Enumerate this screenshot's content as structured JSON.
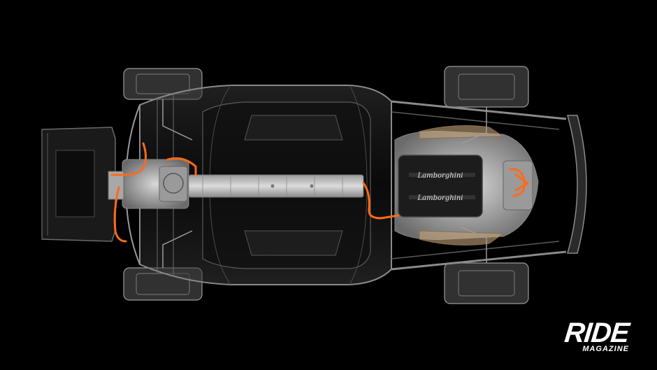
{
  "watermark": {
    "word": "RIDE",
    "sub": "MAGAZINE"
  },
  "engine": {
    "cover_text_top": "Lamborghini",
    "cover_text_bottom": "Lamborghini"
  },
  "colors": {
    "background": "#000000",
    "frame": "#8a8a8a",
    "cable": "#ff6a1a",
    "engine_dark": "#1c1c1c",
    "metal": "#b8b8b8"
  }
}
